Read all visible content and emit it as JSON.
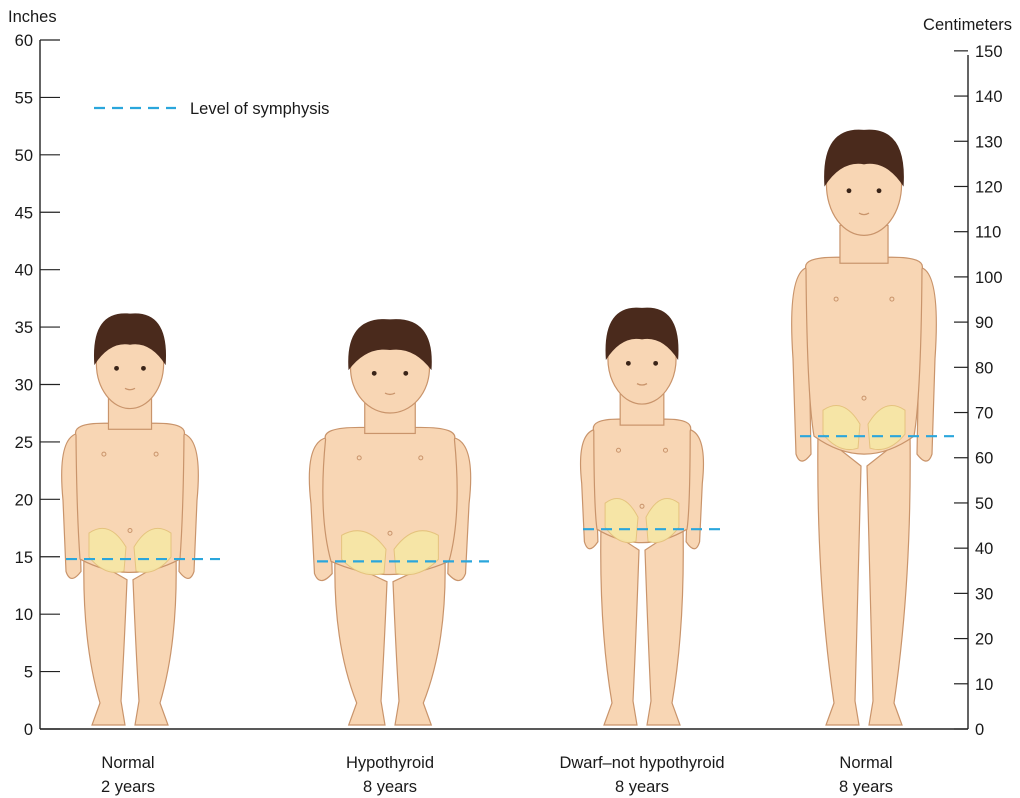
{
  "chart_data": {
    "type": "figure",
    "left_axis": {
      "label": "Inches",
      "range": [
        0,
        60
      ],
      "ticks": [
        0,
        5,
        10,
        15,
        20,
        25,
        30,
        35,
        40,
        45,
        50,
        55,
        60
      ]
    },
    "right_axis": {
      "label": "Centimeters",
      "range": [
        0,
        150
      ],
      "ticks": [
        0,
        10,
        20,
        30,
        40,
        50,
        60,
        70,
        80,
        90,
        100,
        110,
        120,
        130,
        140,
        150
      ]
    },
    "legend": {
      "label": "Level of symphysis",
      "color": "#2aa6dc",
      "style": "dashed"
    },
    "children": [
      {
        "line1": "Normal",
        "line2": "2 years",
        "height_in": 36,
        "symphysis_in": 14.8,
        "hypothyroid": false
      },
      {
        "line1": "Hypothyroid",
        "line2": "8 years",
        "height_in": 35.5,
        "symphysis_in": 14.6,
        "hypothyroid": true
      },
      {
        "line1": "Dwarf–not hypothyroid",
        "line2": "8 years",
        "height_in": 36.5,
        "symphysis_in": 17.4,
        "hypothyroid": false
      },
      {
        "line1": "Normal",
        "line2": "8 years",
        "height_in": 52,
        "symphysis_in": 25.5,
        "hypothyroid": false
      }
    ],
    "colors": {
      "skin": "#f8d6b4",
      "skin_outline": "#c9946b",
      "hair": "#4a2a1c",
      "pelvis": "#f6e6a6",
      "symphysis_line": "#2aa6dc"
    }
  }
}
